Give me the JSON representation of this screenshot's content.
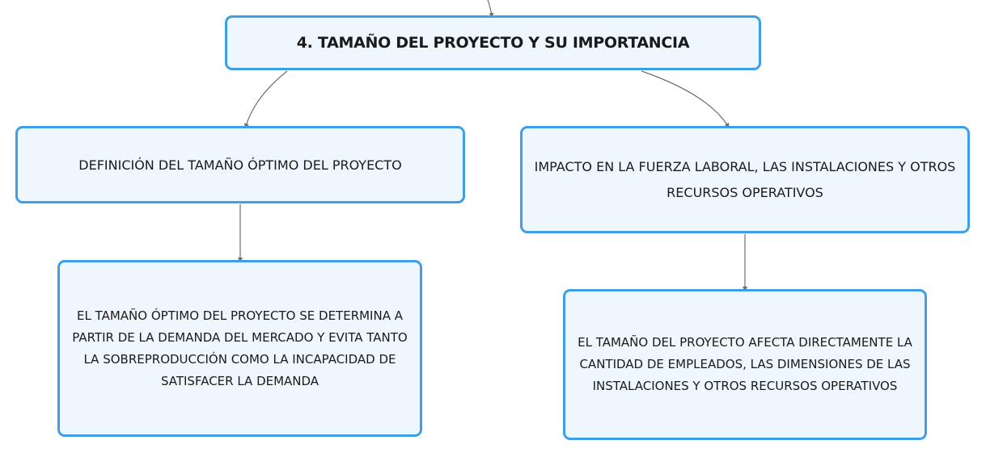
{
  "diagram": {
    "root": {
      "label": "4. TAMAÑO DEL PROYECTO Y SU IMPORTANCIA"
    },
    "branches": [
      {
        "label": "DEFINICIÓN DEL TAMAÑO ÓPTIMO DEL PROYECTO",
        "detail": "EL TAMAÑO ÓPTIMO DEL PROYECTO SE DETERMINA A PARTIR DE LA DEMANDA DEL MERCADO Y EVITA TANTO LA SOBREPRODUCCIÓN COMO LA INCAPACIDAD DE SATISFACER LA DEMANDA"
      },
      {
        "label": "IMPACTO EN LA FUERZA LABORAL, LAS INSTALACIONES Y OTROS RECURSOS OPERATIVOS",
        "detail": "EL TAMAÑO DEL PROYECTO AFECTA DIRECTAMENTE LA CANTIDAD DE EMPLEADOS, LAS DIMENSIONES DE LAS INSTALACIONES Y OTROS RECURSOS OPERATIVOS"
      }
    ],
    "colors": {
      "node_border": "#3f9ee8",
      "node_fill": "#eef7fd",
      "connector": "#6e6e6e"
    }
  }
}
